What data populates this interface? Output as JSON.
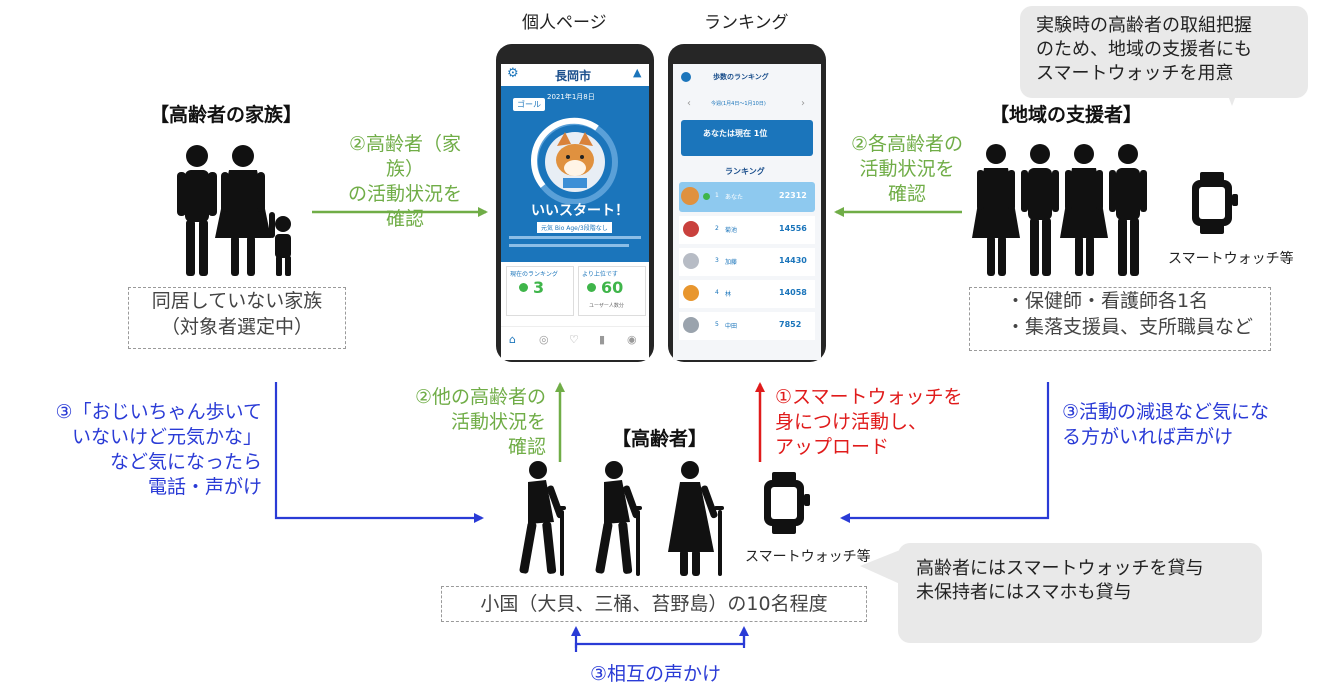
{
  "screens": {
    "personal_caption": "個人ページ",
    "ranking_caption": "ランキング"
  },
  "family": {
    "title": "【高齢者の家族】",
    "arrow_label": "②高齢者（家族）\nの活動状況を\n確認",
    "box": "同居していない家族\n（対象者選定中）",
    "call_label": "③「おじいちゃん歩いて\nいないけど元気かな」\nなど気になったら\n電話・声がけ"
  },
  "supporters": {
    "title": "【地域の支援者】",
    "callout": "実験時の高齢者の取組把握\nのため、地域の支援者にも\nスマートウォッチを用意",
    "arrow_label": "②各高齢者の\n活動状況を\n確認",
    "watch_label": "スマートウォッチ等",
    "box_line1": "・保健師・看護師各1名",
    "box_line2": "・集落支援員、支所職員など",
    "call_label": "③活動の減退など気にな\nる方がいれば声がけ"
  },
  "elderly": {
    "title": "【高齢者】",
    "view_label": "②他の高齢者の\n活動状況を\n確認",
    "upload_label": "①スマートウォッチを\n身につけ活動し、\nアップロード",
    "watch_label": "スマートウォッチ等",
    "callout": "高齢者にはスマートウォッチを貸与\n未保持者にはスマホも貸与",
    "box": "小国（大貝、三桶、苔野島）の10名程度",
    "mutual_label": "③相互の声かけ"
  },
  "phone_personal": {
    "city": "長岡市",
    "date": "2021年1月8日",
    "goal": "ゴール",
    "headline": "いいスタート！",
    "sub": "元気 Bio Age/3段階なし",
    "ranking_label": "現在のランキング",
    "rank_value": "3",
    "pct_label": "より上位です",
    "pct_value": "60",
    "pct_unit": "ユーザー人数分"
  },
  "phone_ranking": {
    "title": "歩数のランキング",
    "period": "今週(1月4日〜1月10日)",
    "you_label": "あなたは現在 1位",
    "section": "ランキング",
    "rows": [
      {
        "rank": "1",
        "name": "あなた",
        "value": "22312"
      },
      {
        "rank": "2",
        "name": "菊池",
        "value": "14556"
      },
      {
        "rank": "3",
        "name": "加藤",
        "value": "14430"
      },
      {
        "rank": "4",
        "name": "林",
        "value": "14058"
      },
      {
        "rank": "5",
        "name": "中田",
        "value": "7852"
      }
    ]
  },
  "colors": {
    "green": "#70ad47",
    "red": "#e01b1b",
    "blue": "#2a3bd6",
    "app_blue": "#1b75bb"
  }
}
